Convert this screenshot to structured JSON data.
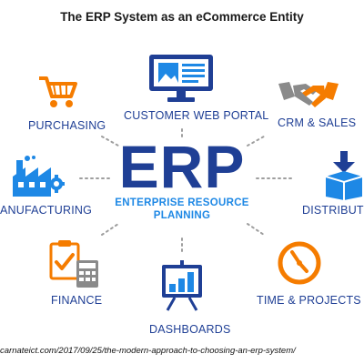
{
  "title": "The ERP System as an eCommerce Entity",
  "center": {
    "acronym": "ERP",
    "line1": "ENTERPRISE RESOURCE",
    "line2": "PLANNING"
  },
  "nodes": {
    "purchasing": {
      "label": "PURCHASING",
      "icon": "shopping-cart-icon"
    },
    "portal": {
      "label": "CUSTOMER WEB PORTAL",
      "icon": "monitor-icon"
    },
    "crm": {
      "label": "CRM & SALES",
      "icon": "handshake-icon"
    },
    "manufacturing": {
      "label": "ANUFACTURING",
      "icon": "factory-icon"
    },
    "distribution": {
      "label": "DISTRIBUTIO",
      "icon": "package-icon"
    },
    "finance": {
      "label": "FINANCE",
      "icon": "calculator-icon"
    },
    "dashboards": {
      "label": "DASHBOARDS",
      "icon": "bar-chart-icon"
    },
    "time": {
      "label": "TIME & PROJECTS",
      "icon": "clock-icon"
    }
  },
  "source": "carnateict.com/2017/09/25/the-modern-approach-to-choosing-an-erp-system/",
  "colors": {
    "navy": "#1f3f95",
    "blue": "#1e88e5",
    "orange": "#f57c00",
    "gray": "#8a8a8a",
    "dots": "#9e9e9e"
  }
}
